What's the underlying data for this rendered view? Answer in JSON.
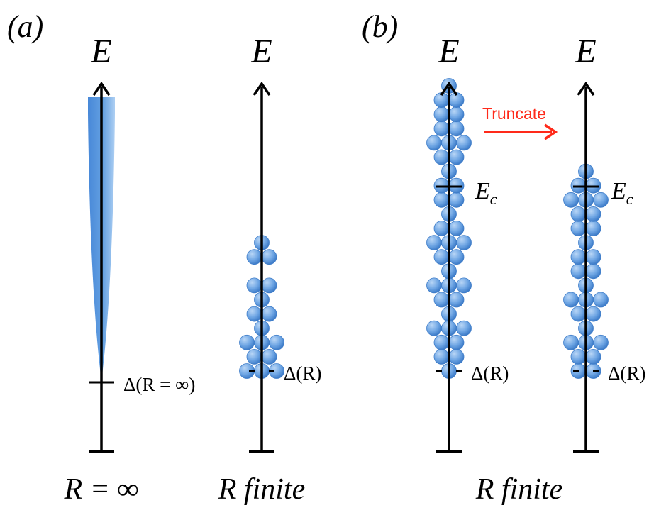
{
  "panels": {
    "a": {
      "label": "(a)",
      "left_axis": {
        "energy_label": "E",
        "gap_label": "Δ(R = ∞)",
        "bottom_label": "R = ∞"
      },
      "right_axis": {
        "energy_label": "E",
        "gap_label": "Δ(R)",
        "bottom_label": "R finite"
      }
    },
    "b": {
      "label": "(b)",
      "left_axis": {
        "energy_label": "E",
        "gap_label": "Δ(R)",
        "cutoff_label": "E",
        "cutoff_subscript": "c"
      },
      "right_axis": {
        "energy_label": "E",
        "gap_label": "Δ(R)",
        "cutoff_label": "E",
        "cutoff_subscript": "c"
      },
      "arrow_label": "Truncate",
      "bottom_label": "R finite"
    }
  },
  "colors": {
    "axis": "#000000",
    "level_fill": "#6fa6e4",
    "level_stroke": "#3f7dc9",
    "continuum": "#5b9be0",
    "truncate": "#ff2a1a"
  },
  "levels": {
    "a_finite": [
      1,
      2,
      0,
      2,
      1,
      2,
      1,
      3,
      2,
      3
    ],
    "b_full": [
      1,
      2,
      2,
      2,
      3,
      2,
      1,
      2,
      2,
      1,
      2,
      3,
      2,
      1,
      3,
      2,
      1,
      3,
      2,
      2,
      1
    ],
    "b_truncated": [
      1,
      2,
      3,
      2,
      2,
      1,
      2,
      2,
      1,
      3,
      2,
      1,
      3,
      2,
      2
    ]
  }
}
